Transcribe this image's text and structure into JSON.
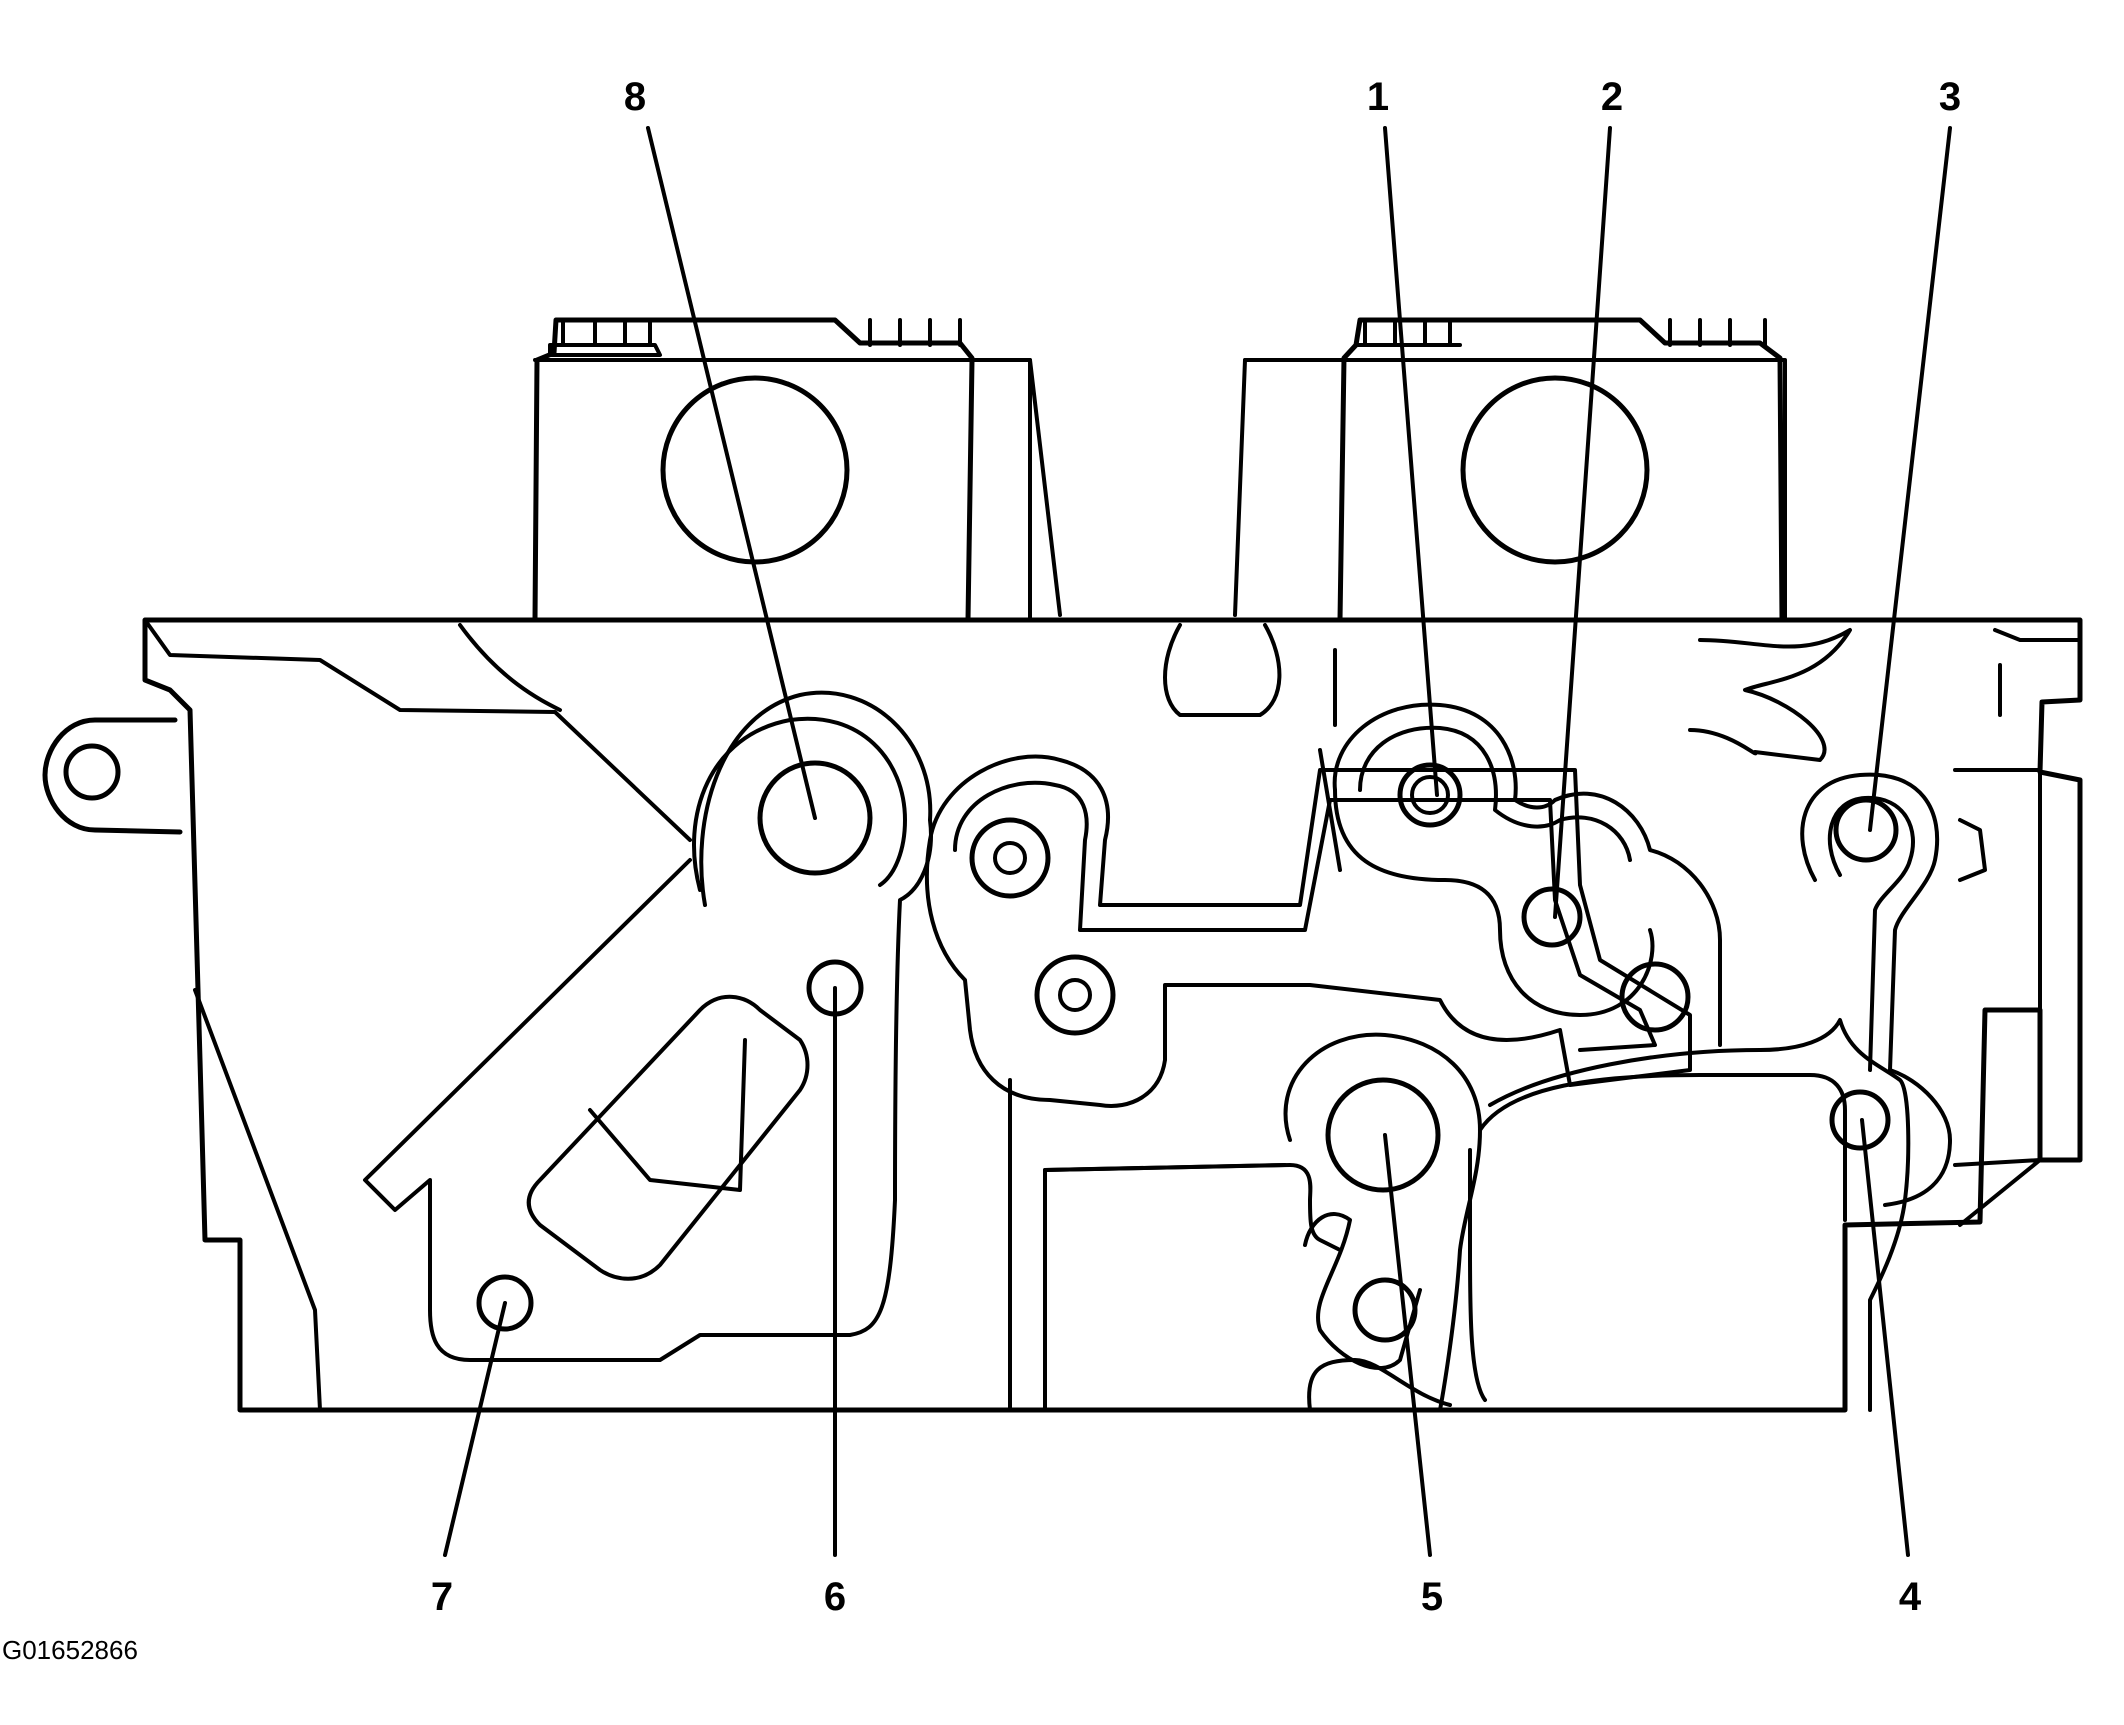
{
  "figure_id": "G01652866",
  "callouts": [
    {
      "label": "1"
    },
    {
      "label": "2"
    },
    {
      "label": "3"
    },
    {
      "label": "4"
    },
    {
      "label": "5"
    },
    {
      "label": "6"
    },
    {
      "label": "7"
    },
    {
      "label": "8"
    }
  ]
}
